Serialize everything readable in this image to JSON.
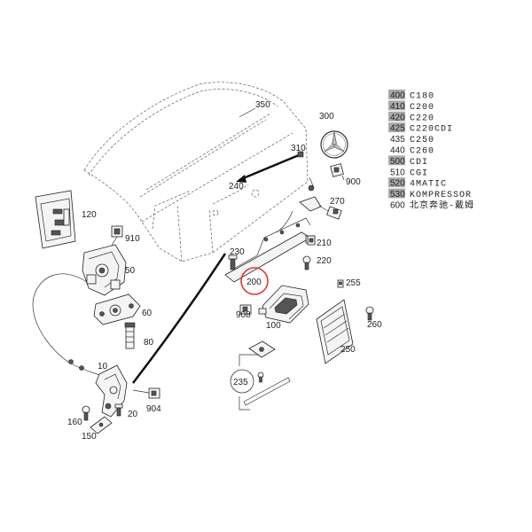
{
  "callouts": {
    "c350": "350",
    "c300": "300",
    "c310": "310",
    "c900": "900",
    "c240": "240",
    "c270": "270",
    "c210": "210",
    "c220": "220",
    "c230": "230",
    "c200": "200",
    "c255": "255",
    "c908": "908",
    "c100": "100",
    "c260": "260",
    "c250": "250",
    "c120": "120",
    "c910": "910",
    "c50": "50",
    "c60": "60",
    "c80": "80",
    "c10": "10",
    "c904": "904",
    "c20": "20",
    "c160": "160",
    "c150": "150",
    "c235": "235"
  },
  "legend": [
    {
      "code": "400",
      "name": "C180",
      "shaded": true
    },
    {
      "code": "410",
      "name": "C200",
      "shaded": true
    },
    {
      "code": "420",
      "name": "C220",
      "shaded": true
    },
    {
      "code": "425",
      "name": "C220CDI",
      "shaded": true
    },
    {
      "code": "435",
      "name": "C250",
      "shaded": false
    },
    {
      "code": "440",
      "name": "C260",
      "shaded": false
    },
    {
      "code": "500",
      "name": "CDI",
      "shaded": true
    },
    {
      "code": "510",
      "name": "CGI",
      "shaded": false
    },
    {
      "code": "520",
      "name": "4MATIC",
      "shaded": true
    },
    {
      "code": "530",
      "name": "KOMPRESSOR",
      "shaded": true
    },
    {
      "code": "600",
      "name": "北京奔驰-戴姆",
      "shaded": false
    }
  ],
  "highlight": {
    "target": "200",
    "color": "#e0392f"
  }
}
